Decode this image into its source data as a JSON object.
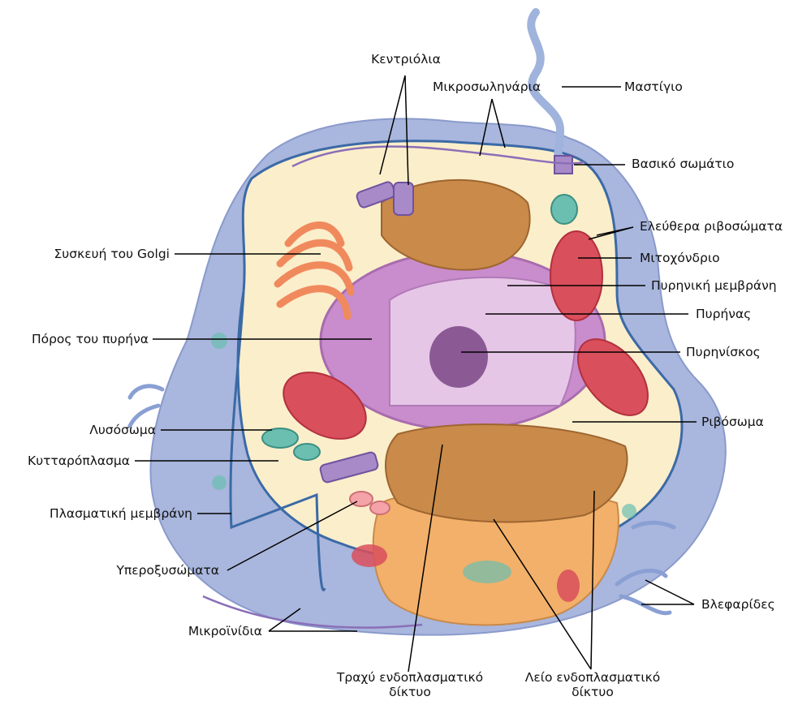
{
  "diagram": {
    "labels": {
      "centrioles": "Κεντριόλια",
      "microtubules": "Μικροσωληνάρια",
      "flagellum": "Μαστίγιο",
      "basal_body": "Βασικό σωμάτιο",
      "free_ribosomes": "Ελεύθερα ριβοσώματα",
      "mitochondrion": "Μιτοχόνδριο",
      "nuclear_membrane": "Πυρηνική μεμβράνη",
      "nucleus": "Πυρήνας",
      "nucleolus": "Πυρηνίσκος",
      "ribosome": "Ριβόσωμα",
      "cilia": "Βλεφαρίδες",
      "golgi": "Συσκευή του Golgi",
      "nuclear_pore": "Πόρος του πυρήνα",
      "lysosome": "Λυσόσωμα",
      "cytoplasm": "Κυτταρόπλασμα",
      "plasma_membrane": "Πλασματική μεμβράνη",
      "peroxisomes": "Υπεροξυσώματα",
      "microfilaments": "Μικροϊνίδια",
      "rough_er_line1": "Τραχύ ενδοπλασματικό",
      "rough_er_line2": "δίκτυο",
      "smooth_er_line1": "Λείο ενδοπλασματικό",
      "smooth_er_line2": "δίκτυο"
    },
    "colors": {
      "cell_outer": "#a9b6dd",
      "cytoplasm": "#fbeecb",
      "nucleus": "#c98ccc",
      "nucleus_inner": "#e6c6e7",
      "nucleolus": "#8b5a94",
      "golgi": "#f08a5d",
      "er": "#c98a4a",
      "mitochondria": "#d94f5c",
      "lysosome": "#6bbfb1",
      "membrane_line": "#3b6aa6"
    }
  }
}
